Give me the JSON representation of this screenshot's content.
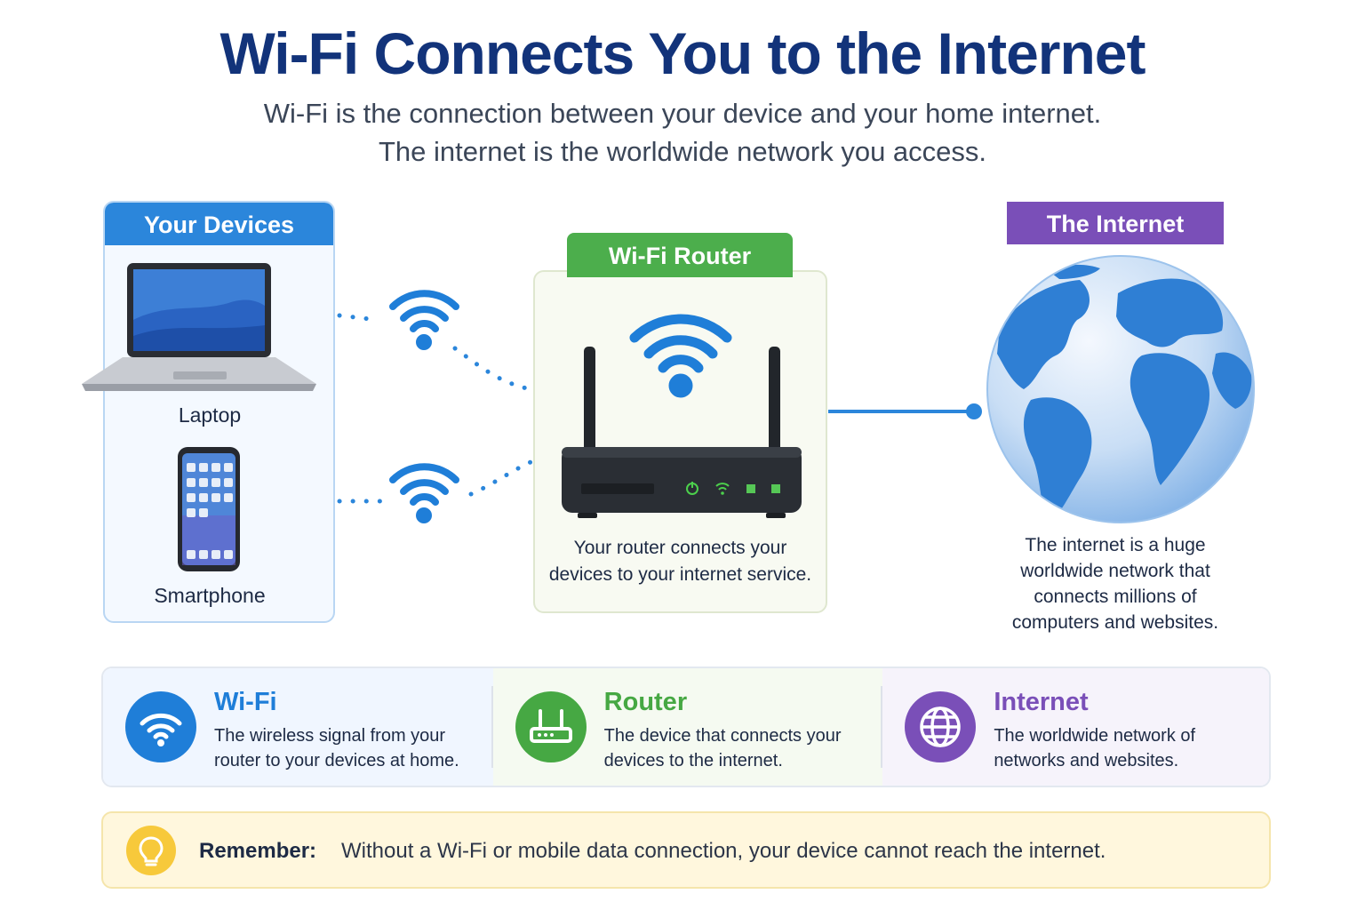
{
  "header": {
    "title": "Wi-Fi Connects You to the Internet",
    "subtitle_line1": "Wi-Fi is the connection between your device and your home internet.",
    "subtitle_line2": "The internet is the worldwide network you access."
  },
  "devices": {
    "header": "Your Devices",
    "items": [
      {
        "label": "Laptop",
        "icon": "laptop-icon"
      },
      {
        "label": "Smartphone",
        "icon": "smartphone-icon"
      }
    ]
  },
  "router": {
    "header": "Wi-Fi Router",
    "description_line1": "Your router connects your",
    "description_line2": "devices to your internet service."
  },
  "internet": {
    "header": "The Internet",
    "description_line1": "The internet is a huge",
    "description_line2": "worldwide network that",
    "description_line3": "connects millions of",
    "description_line4": "computers and websites."
  },
  "legend": [
    {
      "title": "Wi-Fi",
      "line1": "The wireless signal from your",
      "line2": "router to your devices at home.",
      "icon": "wifi-icon",
      "color": "#1f7ed8"
    },
    {
      "title": "Router",
      "line1": "The device that connects your",
      "line2": "devices to the internet.",
      "icon": "router-icon",
      "color": "#46a843"
    },
    {
      "title": "Internet",
      "line1": "The worldwide network of",
      "line2": "networks and websites.",
      "icon": "globe-icon",
      "color": "#7a4fb8"
    }
  ],
  "remember": {
    "label": "Remember:",
    "text": "Without a Wi-Fi or mobile data connection, your device cannot reach the internet.",
    "icon": "lightbulb-icon"
  },
  "colors": {
    "title": "#12337a",
    "blue": "#2b86db",
    "green": "#4cae4c",
    "purple": "#7a4fb8",
    "yellow": "#f7c93b"
  }
}
